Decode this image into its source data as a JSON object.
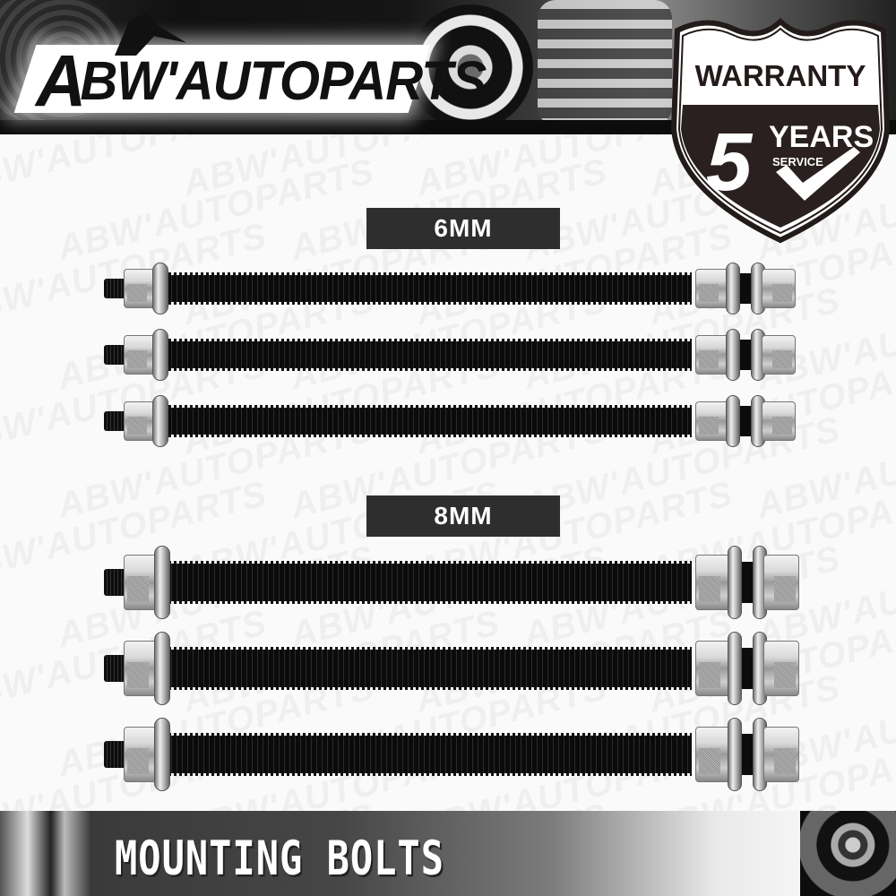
{
  "brand": {
    "name": "ABW AUTOPARTS",
    "logo_prefix": "A",
    "logo_rest": "BW'AUTOPARTS"
  },
  "watermark": {
    "text": "ABW'AUTOPARTS"
  },
  "warranty_badge": {
    "heading": "WARRANTY",
    "number": "5",
    "unit": "YEARS",
    "subtext": "SERVICE",
    "icon": "checkmark-icon",
    "colors": {
      "fill": "#2b2020",
      "text_dark": "#231a1a",
      "background": "#ffffff"
    }
  },
  "sections": [
    {
      "label": "6MM",
      "bolt_count": 3,
      "bolts": [
        {
          "id": "6mm-bolt-1"
        },
        {
          "id": "6mm-bolt-2"
        },
        {
          "id": "6mm-bolt-3"
        }
      ]
    },
    {
      "label": "8MM",
      "bolt_count": 3,
      "bolts": [
        {
          "id": "8mm-bolt-1"
        },
        {
          "id": "8mm-bolt-2"
        },
        {
          "id": "8mm-bolt-3"
        }
      ]
    }
  ],
  "footer_banner": {
    "title": "MOUNTING BOLTS"
  },
  "colors": {
    "label_bg": "#2e2e2e",
    "label_text": "#ffffff",
    "bolt_thread": "#111111",
    "nut_silver": "#cfcfcf"
  }
}
